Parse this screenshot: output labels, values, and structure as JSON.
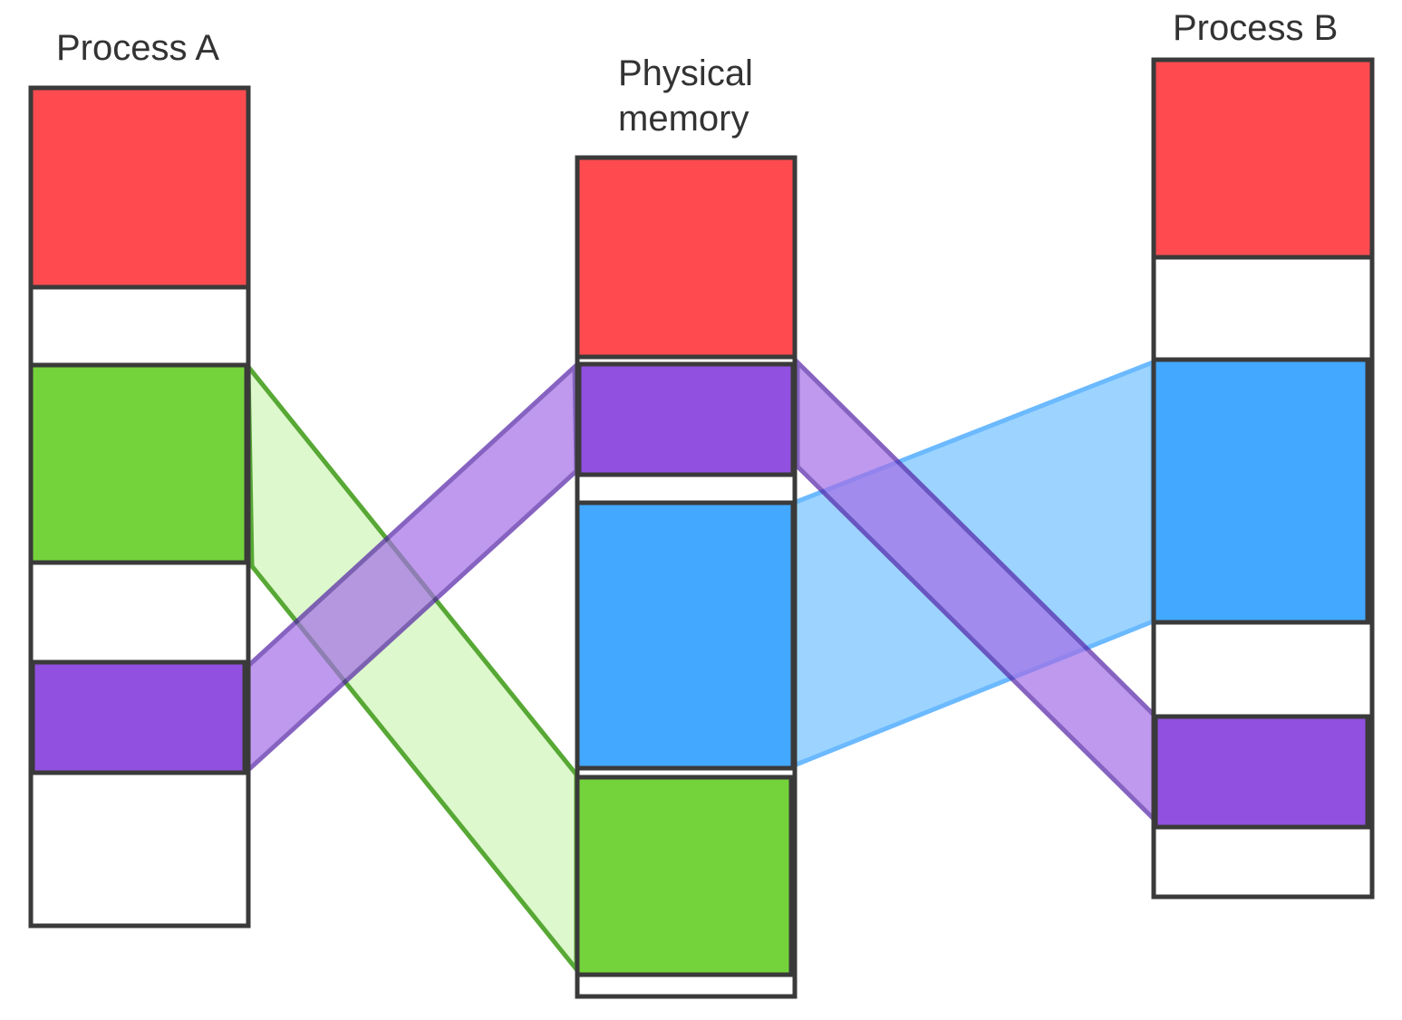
{
  "labels": {
    "process_a": "Process A",
    "physical": "Physical",
    "memory": "memory",
    "process_b": "Process B"
  },
  "colors": {
    "red": "#ff4b4f",
    "green": "#74d33a",
    "purple": "#9150e0",
    "blue": "#43a8ff",
    "outline": "#3a3a3a"
  }
}
